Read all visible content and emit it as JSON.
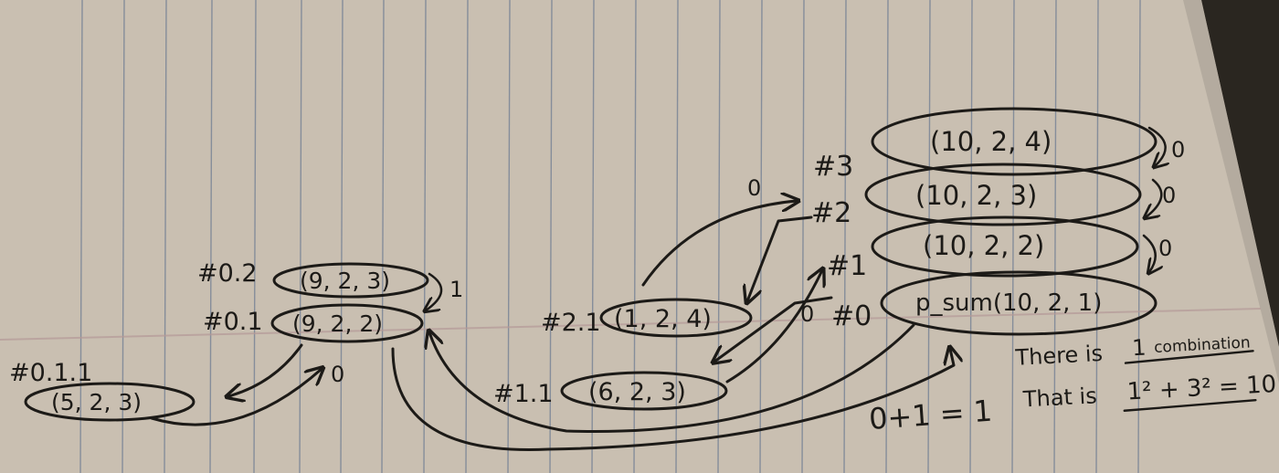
{
  "colors": {
    "paper": "#c9bfb1",
    "paper_shadow": "#a79f93",
    "rule_line": "#6f7d93",
    "ink": "#1c1a17",
    "background": "#2a2620"
  },
  "nodes": {
    "n3": {
      "label": "#3",
      "call": "(10, 2, 4)"
    },
    "n2": {
      "label": "#2",
      "call": "(10, 2, 3)"
    },
    "n1": {
      "label": "#1",
      "call": "(10, 2, 2)"
    },
    "n0": {
      "label": "#0",
      "call": "p_sum(10, 2, 1)"
    },
    "n02": {
      "label": "#0.2",
      "call": "(9, 2, 3)"
    },
    "n01": {
      "label": "#0.1",
      "call": "(9, 2, 2)"
    },
    "n011": {
      "label": "#0.1.1",
      "call": "(5, 2, 3)"
    },
    "n21": {
      "label": "#2.1",
      "call": "(1, 2, 4)"
    },
    "n11": {
      "label": "#1.1",
      "call": "(6, 2, 3)"
    }
  },
  "returns": {
    "r3": "0",
    "r2": "0",
    "r1": "0",
    "r21": "0",
    "r11": "0",
    "r02": "1",
    "r011": "0"
  },
  "sum": "0+1 = 1",
  "conclusion": {
    "line1_prefix": "There is",
    "line1_number": "1",
    "line1_suffix": "combination",
    "line2_prefix": "That is",
    "line2_expr": "1² + 3² = 10."
  }
}
